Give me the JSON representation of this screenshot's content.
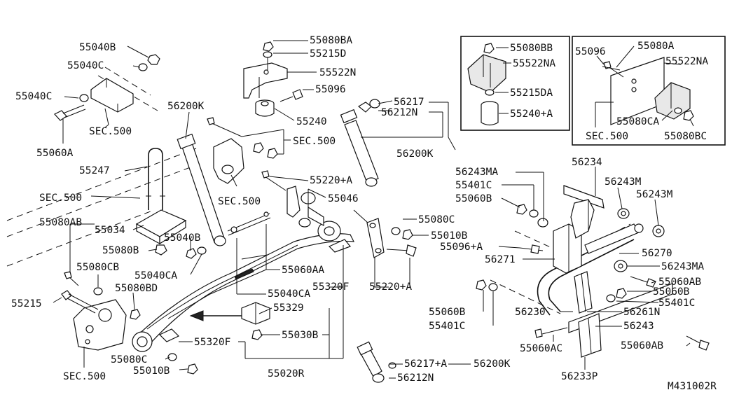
{
  "diagram_id": "M431002R",
  "labels": {
    "l55040b_top": "55040B",
    "l55040c_top": "55040C",
    "l55040c_left": "55040C",
    "lsec500_a": "SEC.500",
    "l55060a": "55060A",
    "l56200k_a": "56200K",
    "l55247": "55247",
    "lsec500_b": "SEC.500",
    "l55080ab": "55080AB",
    "l55034": "55034",
    "l55080b": "55080B",
    "l55040b_mid": "55040B",
    "l55040ca_a": "55040CA",
    "l55080cb": "55080CB",
    "l55080bd": "55080BD",
    "l55215": "55215",
    "lsec500_c": "SEC.500",
    "l55080c_low": "55080C",
    "l55010b_low": "55010B",
    "l55080ba": "55080BA",
    "l55215d": "55215D",
    "l55522n": "55522N",
    "l55096_a": "55096",
    "l55240": "55240",
    "l56217": "56217",
    "l56212n": "56212N",
    "lsec500_d": "SEC.500",
    "lsec500_e": "SEC.500",
    "l56200k_b": "56200K",
    "l55220a_a": "55220+A",
    "l55046": "55046",
    "l55080c_mid": "55080C",
    "l55010b_mid": "55010B",
    "l55060aa": "55060AA",
    "l55040ca_b": "55040CA",
    "l55320f_a": "55320F",
    "l55220a_b": "55220+A",
    "l55329": "55329",
    "l55030b": "55030B",
    "l55320f_b": "55320F",
    "l55020r": "55020R",
    "l56217a": "56217+A",
    "l56200k_c": "56200K",
    "l56212n_b": "56212N",
    "l55080bb": "55080BB",
    "l55522na_a": "55522NA",
    "l55215da": "55215DA",
    "l55240a": "55240+A",
    "l55096_b": "55096",
    "l55080a": "55080A",
    "l55522na_b": "55522NA",
    "l55080ca": "55080CA",
    "lsec500_f": "SEC.500",
    "l55080bc": "55080BC",
    "l56243ma_a": "56243MA",
    "l56234": "56234",
    "l55401c_a": "55401C",
    "l56243m_a": "56243M",
    "l55060b_a": "55060B",
    "l56243m_b": "56243M",
    "l55096a": "55096+A",
    "l56270": "56270",
    "l56271": "56271",
    "l56243ma_b": "56243MA",
    "l55060ab_a": "55060AB",
    "l55060b_b": "55060B",
    "l55401c_b": "55401C",
    "l55060b_c": "55060B",
    "l56230": "56230",
    "l56261n": "56261N",
    "l55401c_c": "55401C",
    "l56243": "56243",
    "l55060ac": "55060AC",
    "l55060ab_b": "55060AB",
    "l56233p": "56233P"
  }
}
